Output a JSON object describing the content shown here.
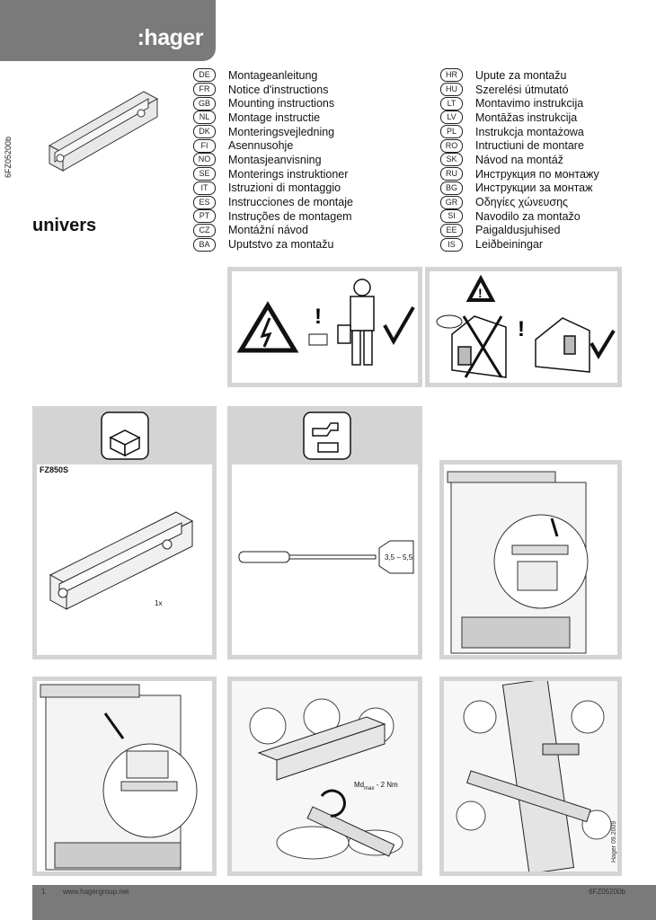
{
  "brand": {
    "name": ":hager"
  },
  "doc": {
    "code": "6FZ05200b",
    "product": "univers"
  },
  "languages_left": [
    {
      "code": "DE",
      "label": "Montageanleitung"
    },
    {
      "code": "FR",
      "label": "Notice d'instructions"
    },
    {
      "code": "GB",
      "label": "Mounting instructions"
    },
    {
      "code": "NL",
      "label": "Montage instructie"
    },
    {
      "code": "DK",
      "label": "Monteringsvejledning"
    },
    {
      "code": "FI",
      "label": "Asennusohje"
    },
    {
      "code": "NO",
      "label": "Montasjeanvisning"
    },
    {
      "code": "SE",
      "label": "Monterings instruktioner"
    },
    {
      "code": "IT",
      "label": "Istruzioni di montaggio"
    },
    {
      "code": "ES",
      "label": "Instrucciones de montaje"
    },
    {
      "code": "PT",
      "label": "Instruções de montagem"
    },
    {
      "code": "CZ",
      "label": "Montážní návod"
    },
    {
      "code": "BA",
      "label": "Uputstvo za montažu"
    }
  ],
  "languages_right": [
    {
      "code": "HR",
      "label": "Upute za montažu"
    },
    {
      "code": "HU",
      "label": "Szerelési útmutató"
    },
    {
      "code": "LT",
      "label": "Montavimo instrukcija"
    },
    {
      "code": "LV",
      "label": "Montāžas instrukcija"
    },
    {
      "code": "PL",
      "label": "Instrukcja montażowa"
    },
    {
      "code": "RO",
      "label": "Intructiuni de montare"
    },
    {
      "code": "SK",
      "label": "Návod na montáž"
    },
    {
      "code": "RU",
      "label": "Инструкция по монтажу"
    },
    {
      "code": "BG",
      "label": "Инструкции за монтаж"
    },
    {
      "code": "GR",
      "label": "Οδηγίες χώνευσης"
    },
    {
      "code": "SI",
      "label": "Navodilo za montažo"
    },
    {
      "code": "EE",
      "label": "Paigaldusjuhised"
    },
    {
      "code": "IS",
      "label": "Leiðbeiningar"
    }
  ],
  "contents": {
    "part": "FZ850S",
    "qty": "1x"
  },
  "tool": {
    "size_label": "3,5 – 5,5"
  },
  "torque": {
    "label_prefix": "Md",
    "label_sub": "max",
    "label_suffix": " - 2 Nm"
  },
  "footer": {
    "page": "1",
    "url": "www.hagergroup.net",
    "code": "6FZ05200b"
  },
  "date_note": "Hager  09.2009",
  "colors": {
    "brand_grey": "#7a7a7a",
    "panel_grey": "#d4d4d4"
  }
}
